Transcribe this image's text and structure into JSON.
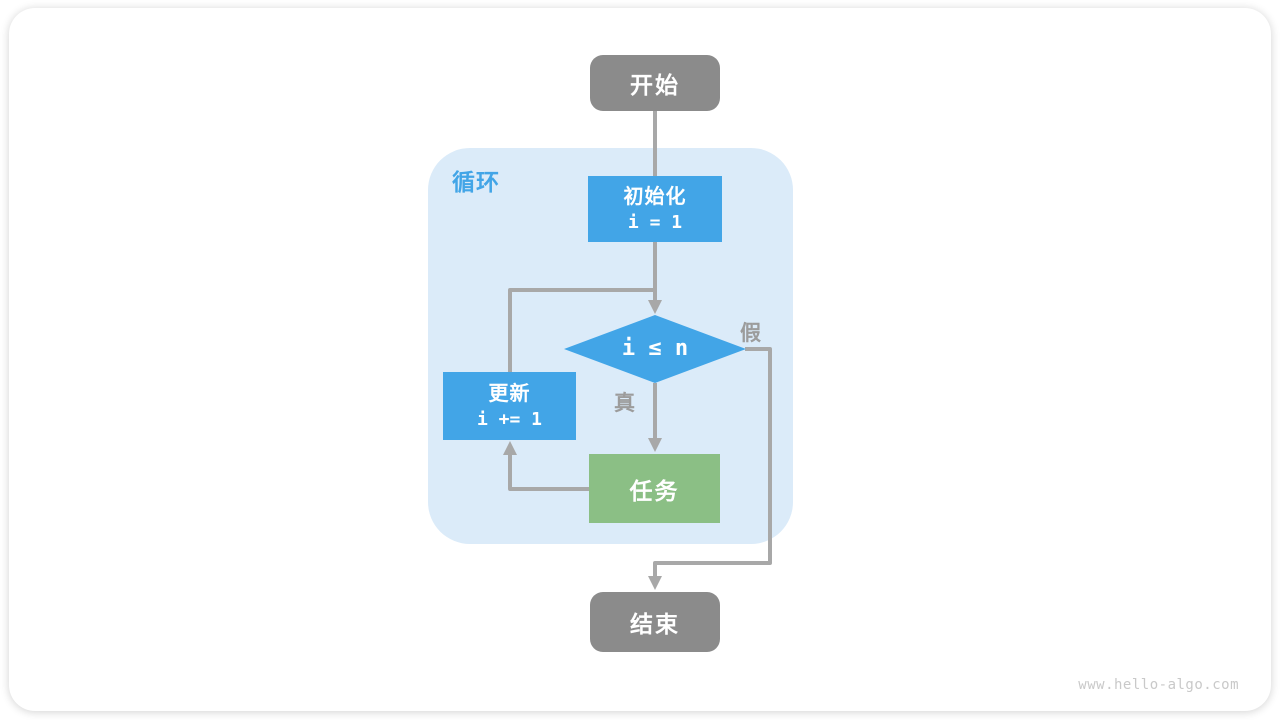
{
  "figure": {
    "watermark": "www.hello-algo.com"
  },
  "flowchart": {
    "loop_region_label": "循环",
    "nodes": {
      "start": {
        "label": "开始"
      },
      "init": {
        "label": "初始化",
        "code": "i = 1"
      },
      "condition": {
        "code": "i ≤ n"
      },
      "update": {
        "label": "更新",
        "code": "i += 1"
      },
      "task": {
        "label": "任务"
      },
      "end": {
        "label": "结束"
      }
    },
    "edge_labels": {
      "true_branch": "真",
      "false_branch": "假"
    },
    "colors": {
      "terminal_gray": "#8B8B8B",
      "process_blue": "#42A5E7",
      "task_green": "#8BBF85",
      "loop_region_bg": "#DBEBF9",
      "connector_gray": "#A8A8A8",
      "branch_label_gray": "#9C9C9C",
      "loop_label_blue": "#42A5E7",
      "watermark_gray": "#C9C9C9"
    }
  }
}
